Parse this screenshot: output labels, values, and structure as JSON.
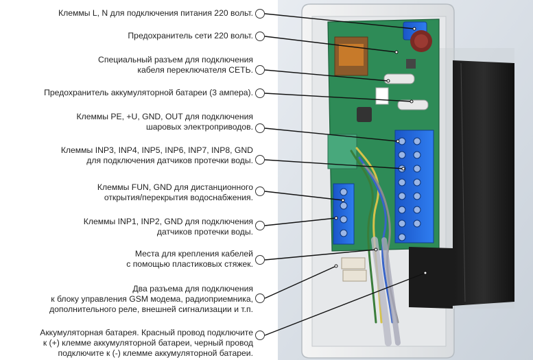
{
  "annotations": [
    {
      "id": "terminals-power",
      "lines": [
        "Клеммы L, N для подключения питания 220 вольт."
      ]
    },
    {
      "id": "fuse-mains",
      "lines": [
        "Предохранитель сети 220 вольт."
      ]
    },
    {
      "id": "connector-power-switch",
      "lines": [
        "Специальный разъем для подключения",
        "кабеля переключателя СЕТЬ."
      ]
    },
    {
      "id": "fuse-battery",
      "lines": [
        "Предохранитель аккумуляторной батареи (3 ампера)."
      ]
    },
    {
      "id": "terminals-actuators",
      "lines": [
        "Клеммы PE, +U, GND, OUT для подключения",
        "шаровых электроприводов."
      ]
    },
    {
      "id": "terminals-inp3-8",
      "lines": [
        "Клеммы INP3, INP4, INP5, INP6, INP7, INP8, GND",
        "для подключения датчиков протечки воды."
      ]
    },
    {
      "id": "terminals-fun",
      "lines": [
        "Клеммы FUN, GND для дистанционного",
        "открытия/перекрытия водоснабжения."
      ]
    },
    {
      "id": "terminals-inp1-2",
      "lines": [
        "Клеммы INP1, INP2, GND для подключения",
        "датчиков протечки воды."
      ]
    },
    {
      "id": "cable-ties",
      "lines": [
        "Места для крепления кабелей",
        "с помощью пластиковых стяжек."
      ]
    },
    {
      "id": "connectors-gsm",
      "lines": [
        "Два разъема для подключения",
        "к блоку управления GSM модема, радиоприемника,",
        "дополнительного реле, внешней сигнализации и т.п."
      ]
    },
    {
      "id": "battery",
      "lines": [
        "Аккумуляторная батарея. Красный провод подключите",
        "к (+) клемме аккумуляторной батареи, черный провод",
        "подключите к (-) клемме аккумуляторной батареи."
      ]
    }
  ]
}
